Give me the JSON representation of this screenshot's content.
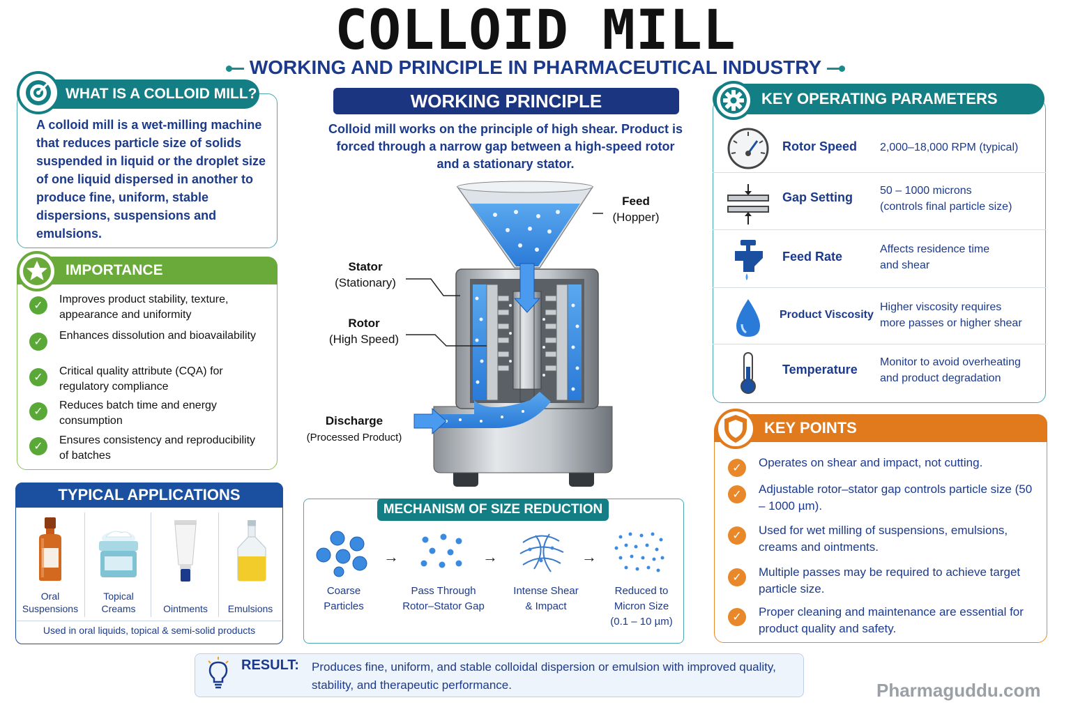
{
  "title": "COLLOID MILL",
  "subtitle": "WORKING AND PRINCIPLE IN PHARMACEUTICAL INDUSTRY",
  "what_is": {
    "heading": "WHAT IS A COLLOID MILL?",
    "text": "A colloid mill is a wet-milling machine that reduces particle size of solids suspended in liquid or the droplet size of one liquid dispersed in another to produce fine, uniform, stable dispersions, suspensions and emulsions.",
    "icon": "target-icon"
  },
  "importance": {
    "heading": "IMPORTANCE",
    "icon": "star-icon",
    "items": [
      "Improves product stability, texture, appearance and uniformity",
      "Enhances dissolution and bioavailability",
      "Critical quality attribute (CQA) for regulatory compliance",
      "Reduces batch time and energy consumption",
      "Ensures consistency and reproducibility of batches"
    ]
  },
  "applications": {
    "heading": "TYPICAL APPLICATIONS",
    "items": [
      {
        "label": "Oral Suspensions",
        "icon": "amber-bottle-icon"
      },
      {
        "label": "Topical Creams",
        "icon": "cream-jar-icon"
      },
      {
        "label": "Ointments",
        "icon": "tube-icon"
      },
      {
        "label": "Emulsions",
        "icon": "oil-bottle-icon"
      }
    ],
    "footer": "Used in oral liquids, topical & semi-solid products"
  },
  "working_principle": {
    "heading": "WORKING PRINCIPLE",
    "text": "Colloid mill works on the principle of high shear. Product is forced through a narrow gap between a high-speed rotor and a stationary stator.",
    "labels": {
      "feed": "Feed",
      "feed_sub": "(Hopper)",
      "stator": "Stator",
      "stator_sub": "(Stationary)",
      "rotor": "Rotor",
      "rotor_sub": "(High Speed)",
      "discharge": "Discharge",
      "discharge_sub": "(Processed Product)"
    }
  },
  "mechanism": {
    "heading": "MECHANISM OF SIZE REDUCTION",
    "steps": [
      {
        "line1": "Coarse",
        "line2": "Particles"
      },
      {
        "line1": "Pass Through",
        "line2": "Rotor–Stator Gap"
      },
      {
        "line1": "Intense Shear",
        "line2": "& Impact"
      },
      {
        "line1": "Reduced to",
        "line2": "Micron Size",
        "line3": "(0.1 – 10 µm)"
      }
    ]
  },
  "parameters": {
    "heading": "KEY OPERATING PARAMETERS",
    "icon": "gear-icon",
    "rows": [
      {
        "name": "Rotor Speed",
        "value1": "2,000–18,000 RPM (typical)",
        "value2": "",
        "icon": "gauge-icon"
      },
      {
        "name": "Gap Setting",
        "value1": "50 – 1000 microns",
        "value2": "(controls final particle size)",
        "icon": "gap-icon"
      },
      {
        "name": "Feed Rate",
        "value1": "Affects residence time",
        "value2": "and shear",
        "icon": "faucet-icon"
      },
      {
        "name": "Product Viscosity",
        "value1": "Higher viscosity requires",
        "value2": "more passes or higher shear",
        "icon": "droplet-icon"
      },
      {
        "name": "Temperature",
        "value1": "Monitor to avoid overheating",
        "value2": "and product degradation",
        "icon": "thermometer-icon"
      }
    ]
  },
  "key_points": {
    "heading": "KEY POINTS",
    "icon": "shield-icon",
    "items": [
      "Operates on shear and impact, not cutting.",
      "Adjustable rotor–stator gap controls particle size (50 – 1000 µm).",
      "Used for wet milling of suspensions, emulsions, creams and ointments.",
      "Multiple passes may be required to achieve target particle size.",
      "Proper cleaning and maintenance are essential for product quality and safety."
    ]
  },
  "result": {
    "label": "RESULT:",
    "text": "Produces  fine, uniform, and stable colloidal dispersion or emulsion with improved quality, stability, and therapeutic performance.",
    "icon": "lightbulb-icon"
  },
  "watermark": "Pharmaguddu.com",
  "colors": {
    "teal": "#137e84",
    "green": "#6aaa3a",
    "navy": "#1b3580",
    "orange": "#e07a1c",
    "blue": "#1b4fa0"
  }
}
